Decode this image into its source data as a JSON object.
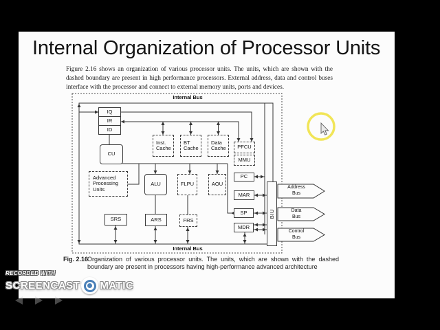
{
  "slide": {
    "title": "Internal Organization of Processor Units",
    "paragraph": "Figure 2.16 shows an organization of various processor units. The units, which are shown with the dashed boundary are present in high performance processors. External address, data and control buses interface with the processor and connect to external memory units, ports and devices.",
    "caption": {
      "label": "Fig. 2.16",
      "text": "Organization of various processor units. The units, which are shown with the dashed boundary are present in processors having high-performance advanced architecture"
    }
  },
  "diagram": {
    "internal_bus_top": "Internal Bus",
    "internal_bus_bottom": "Internal Bus",
    "boxes": {
      "iq": "IQ",
      "ir": "IR",
      "id": "ID",
      "cu": "CU",
      "inst_cache": "Inst. Cache",
      "bt_cache": "BT Cache",
      "data_cache": "Data Cache",
      "pfcu": "PFCU",
      "mmu": "MMU",
      "apu": "Advanced Processing Units",
      "alu": "ALU",
      "flpu": "FLPU",
      "aou": "AOU",
      "pc": "PC",
      "mar": "MAR",
      "sp": "SP",
      "mdr": "MDR",
      "srs": "SRS",
      "ars": "ARS",
      "frs": "FRS",
      "biu": "BIU"
    },
    "buses": {
      "address": {
        "line1": "Address",
        "line2": "Bus"
      },
      "data": {
        "line1": "Data",
        "line2": "Bus"
      },
      "control": {
        "line1": "Control",
        "line2": "Bus"
      }
    }
  },
  "watermark": {
    "recorded_with": "RECORDED WITH",
    "brand_left": "SCREENCAST",
    "brand_right": "MATIC"
  },
  "cursor": {
    "halo_color": "#efe13a"
  }
}
